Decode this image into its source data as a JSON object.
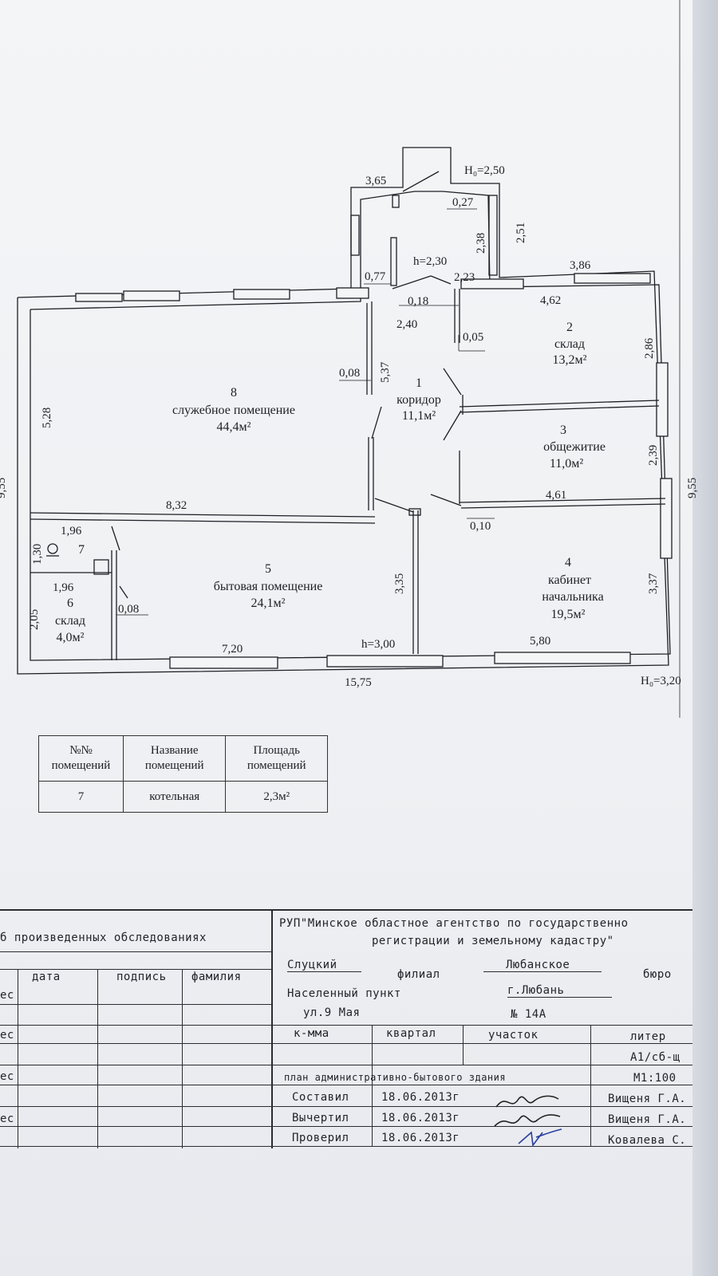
{
  "plan": {
    "rooms": [
      {
        "num": "1",
        "name": "коридор",
        "area": "11,1м²"
      },
      {
        "num": "2",
        "name": "склад",
        "area": "13,2м²"
      },
      {
        "num": "3",
        "name": "общежитие",
        "area": "11,0м²"
      },
      {
        "num": "4",
        "name": "кабинет",
        "name2": "начальника",
        "area": "19,5м²"
      },
      {
        "num": "5",
        "name": "бытовая помещение",
        "area": "24,1м²"
      },
      {
        "num": "6",
        "name": "склад",
        "area": "4,0м²"
      },
      {
        "num": "7"
      },
      {
        "num": "8",
        "name": "служебное помещение",
        "area": "44,4м²"
      }
    ],
    "dims": {
      "d365": "3,65",
      "h0_top": "Н₀=2,50",
      "d027": "0,27",
      "d251": "2,51",
      "d238": "2,38",
      "h230": "h=2,30",
      "d077": "0,77",
      "d223": "2,23",
      "d386": "3,86",
      "d018": "0,18",
      "d462": "4,62",
      "d240": "2,40",
      "d005": "0,05",
      "d286": "2,86",
      "d008a": "0,08",
      "d537": "5,37",
      "d528": "5,28",
      "d239": "2,39",
      "d955": "9,55",
      "d955l": "9,55",
      "d832": "8,32",
      "d461": "4,61",
      "d010": "0,10",
      "d196a": "1,96",
      "d130": "1,30",
      "d196b": "1,96",
      "d205": "2,05",
      "d008b": "0,08",
      "d335": "3,35",
      "d337": "3,37",
      "d720": "7,20",
      "h300": "h=3,00",
      "d580": "5,80",
      "d1575": "15,75",
      "h0_bot": "Н₀=3,20"
    }
  },
  "rooms_table": {
    "headers": [
      "№№ помещений",
      "Название помещений",
      "Площадь помещений"
    ],
    "rows": [
      {
        "num": "7",
        "name": "котельная",
        "area": "2,3м²"
      }
    ]
  },
  "stamp": {
    "left_title": "б произведенных обследованиях",
    "col_date": "дата",
    "col_sign": "подпись",
    "col_name": "фамилия",
    "row_marks": [
      "ес",
      "ес",
      "ес",
      "",
      "ес"
    ],
    "org_line1": "РУП\"Минское областное агентство по государственно",
    "org_line2": "регистрации и земельному кадастру\"",
    "branch_value": "Слуцкий",
    "branch_label": "филиал",
    "bureau_value": "Любанское",
    "bureau_label": "бюро",
    "settlement_label": "Населенный пункт",
    "settlement_value": "г.Любань",
    "street": "ул.9 Мая",
    "house": "№ 14А",
    "kmma": "к-мма",
    "kvartal": "квартал",
    "uchastok": "участок",
    "liter": "литер",
    "liter_value": "А1/сб-щ",
    "plan_title": "план административно-бытового здания",
    "scale": "М1:100",
    "rows": [
      {
        "role": "Составил",
        "date": "18.06.2013г",
        "name": "Вищеня Г.А."
      },
      {
        "role": "Вычертил",
        "date": "18.06.2013г",
        "name": "Вищеня Г.А."
      },
      {
        "role": "Проверил",
        "date": "18.06.2013г",
        "name": "Ковалева С."
      }
    ]
  }
}
